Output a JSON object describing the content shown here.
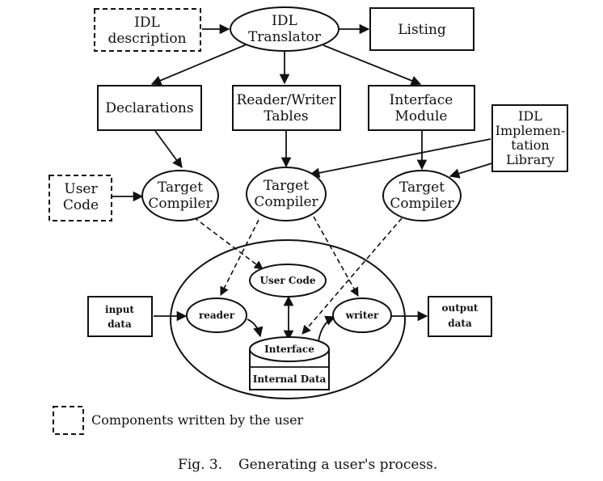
{
  "nodes": {
    "idl_description": {
      "lines": [
        "IDL",
        "description"
      ]
    },
    "idl_translator": {
      "lines": [
        "IDL",
        "Translator"
      ]
    },
    "listing": {
      "lines": [
        "Listing"
      ]
    },
    "declarations": {
      "lines": [
        "Declarations"
      ]
    },
    "reader_writer_tables": {
      "lines": [
        "Reader/Writer",
        "Tables"
      ]
    },
    "interface_module": {
      "lines": [
        "Interface",
        "Module"
      ]
    },
    "idl_implementation_library": {
      "lines": [
        "IDL",
        "Implemen-",
        "tation",
        "Library"
      ]
    },
    "user_code_input": {
      "lines": [
        "User",
        "Code"
      ]
    },
    "target_compiler_1": {
      "lines": [
        "Target",
        "Compiler"
      ]
    },
    "target_compiler_2": {
      "lines": [
        "Target",
        "Compiler"
      ]
    },
    "target_compiler_3": {
      "lines": [
        "Target",
        "Compiler"
      ]
    },
    "user_code_process": {
      "lines": [
        "User Code"
      ]
    },
    "input_data": {
      "lines": [
        "input",
        "data"
      ]
    },
    "reader": {
      "lines": [
        "reader"
      ]
    },
    "writer": {
      "lines": [
        "writer"
      ]
    },
    "output_data": {
      "lines": [
        "output",
        "data"
      ]
    },
    "interface": {
      "lines": [
        "Interface"
      ]
    },
    "internal_data": {
      "lines": [
        "Internal Data"
      ]
    }
  },
  "legend": {
    "text": "Components written by the user"
  },
  "caption": {
    "number": "Fig. 3.",
    "text": "Generating a user's process."
  }
}
